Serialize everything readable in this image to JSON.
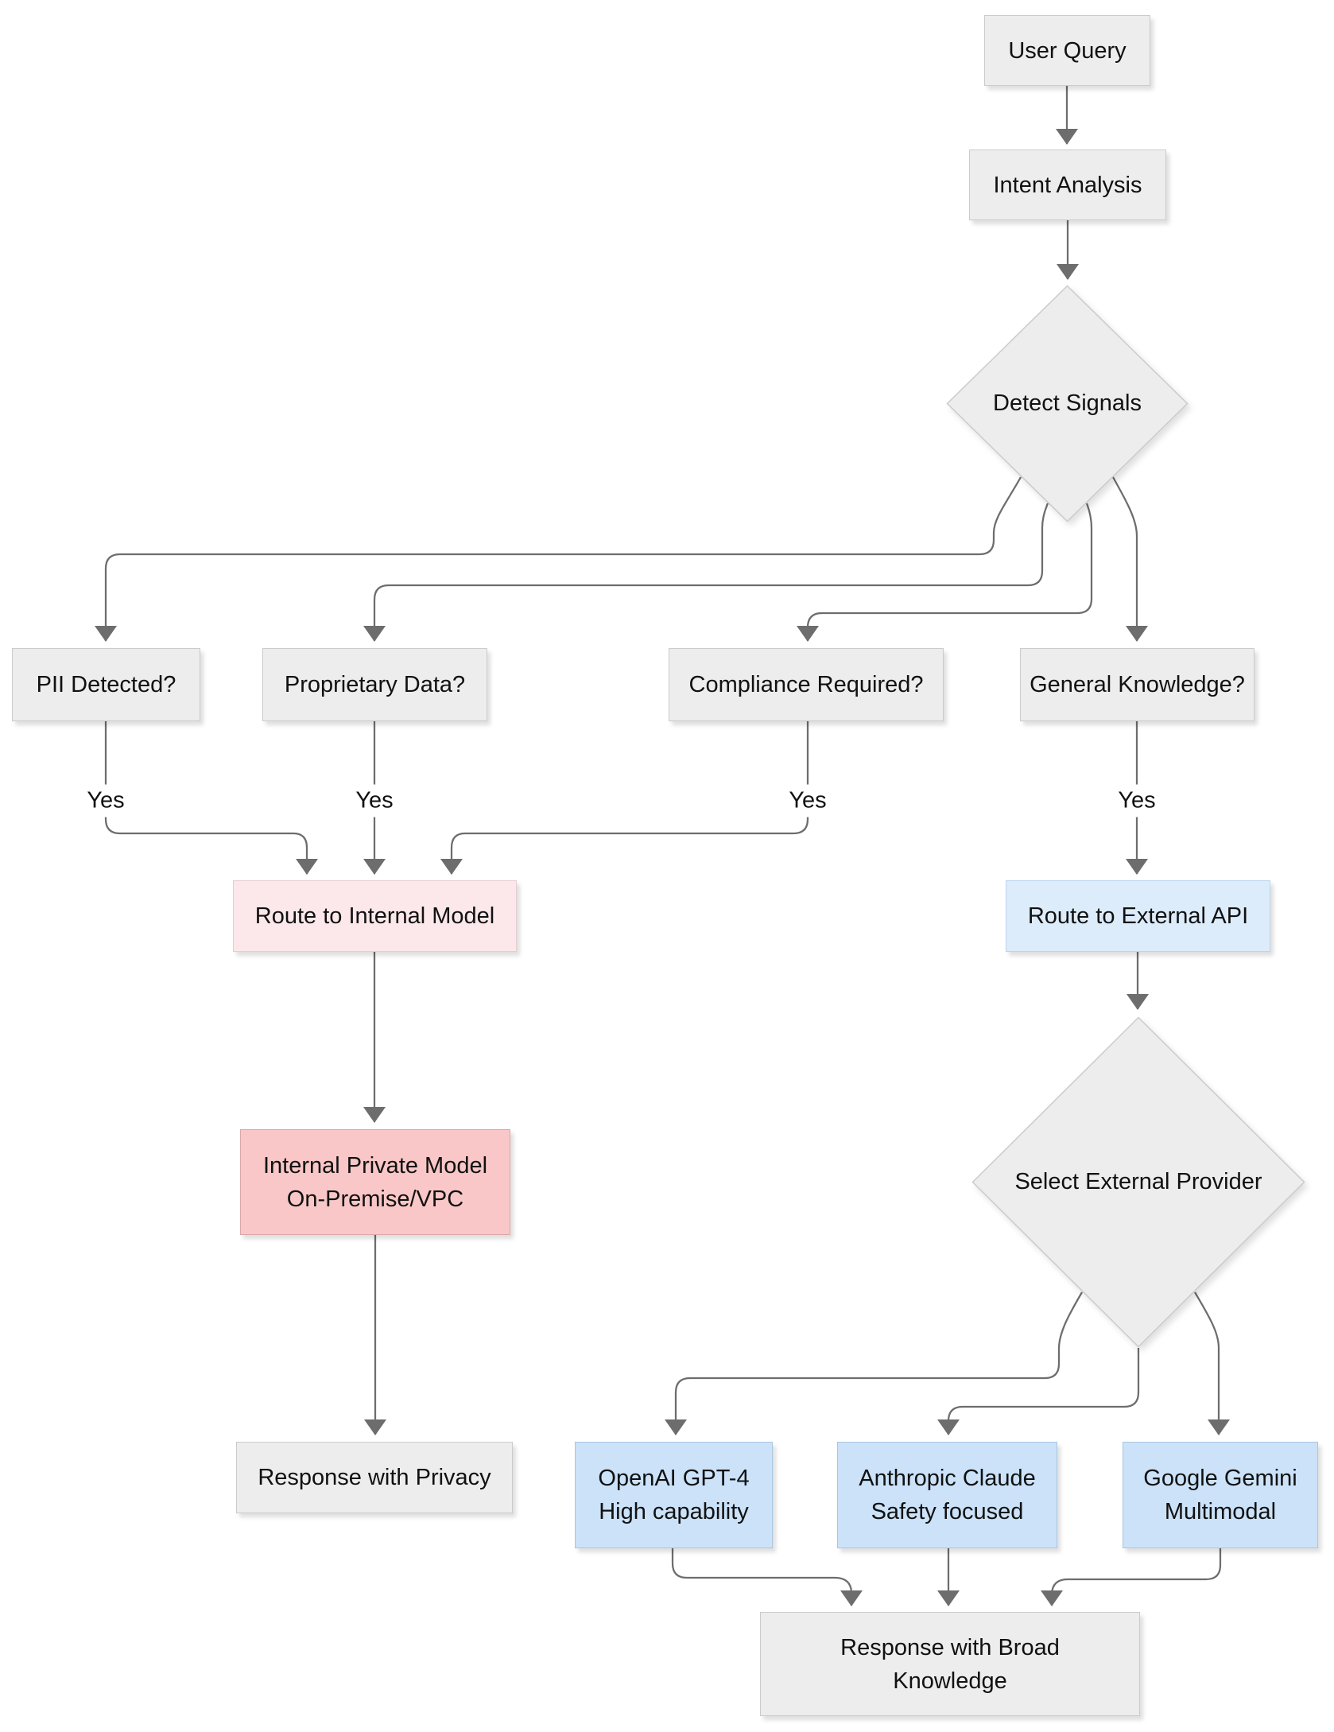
{
  "labels": {
    "yes": "Yes"
  },
  "nodes": {
    "user_query": {
      "label": "User Query"
    },
    "intent_analysis": {
      "label": "Intent Analysis"
    },
    "detect_signals": {
      "label": "Detect Signals"
    },
    "pii_detected": {
      "label": "PII Detected?"
    },
    "proprietary_data": {
      "label": "Proprietary Data?"
    },
    "compliance_required": {
      "label": "Compliance Required?"
    },
    "general_knowledge": {
      "label": "General Knowledge?"
    },
    "route_internal": {
      "label": "Route to Internal Model"
    },
    "route_external": {
      "label": "Route to External API"
    },
    "internal_private_model": {
      "line1": "Internal Private Model",
      "line2": "On-Premise/VPC"
    },
    "select_provider": {
      "label": "Select External Provider"
    },
    "response_privacy": {
      "label": "Response with Privacy"
    },
    "openai": {
      "line1": "OpenAI GPT-4",
      "line2": "High capability"
    },
    "anthropic": {
      "line1": "Anthropic Claude",
      "line2": "Safety focused"
    },
    "gemini": {
      "line1": "Google Gemini",
      "line2": "Multimodal"
    },
    "response_broad": {
      "line1": "Response with Broad",
      "line2": "Knowledge"
    }
  },
  "colors": {
    "node_fill": "#ededed",
    "node_border": "#cbcbcb",
    "internal_light_fill": "#fce8ea",
    "internal_light_border": "#e6cdd0",
    "internal_strong_fill": "#f9c7c7",
    "internal_strong_border": "#d9a8a8",
    "external_light_fill": "#ddecfb",
    "external_light_border": "#bcd4ee",
    "external_strong_fill": "#cbe2f9",
    "external_strong_border": "#a8c6e0",
    "edge": "#6d6d6d",
    "text": "#111111"
  }
}
